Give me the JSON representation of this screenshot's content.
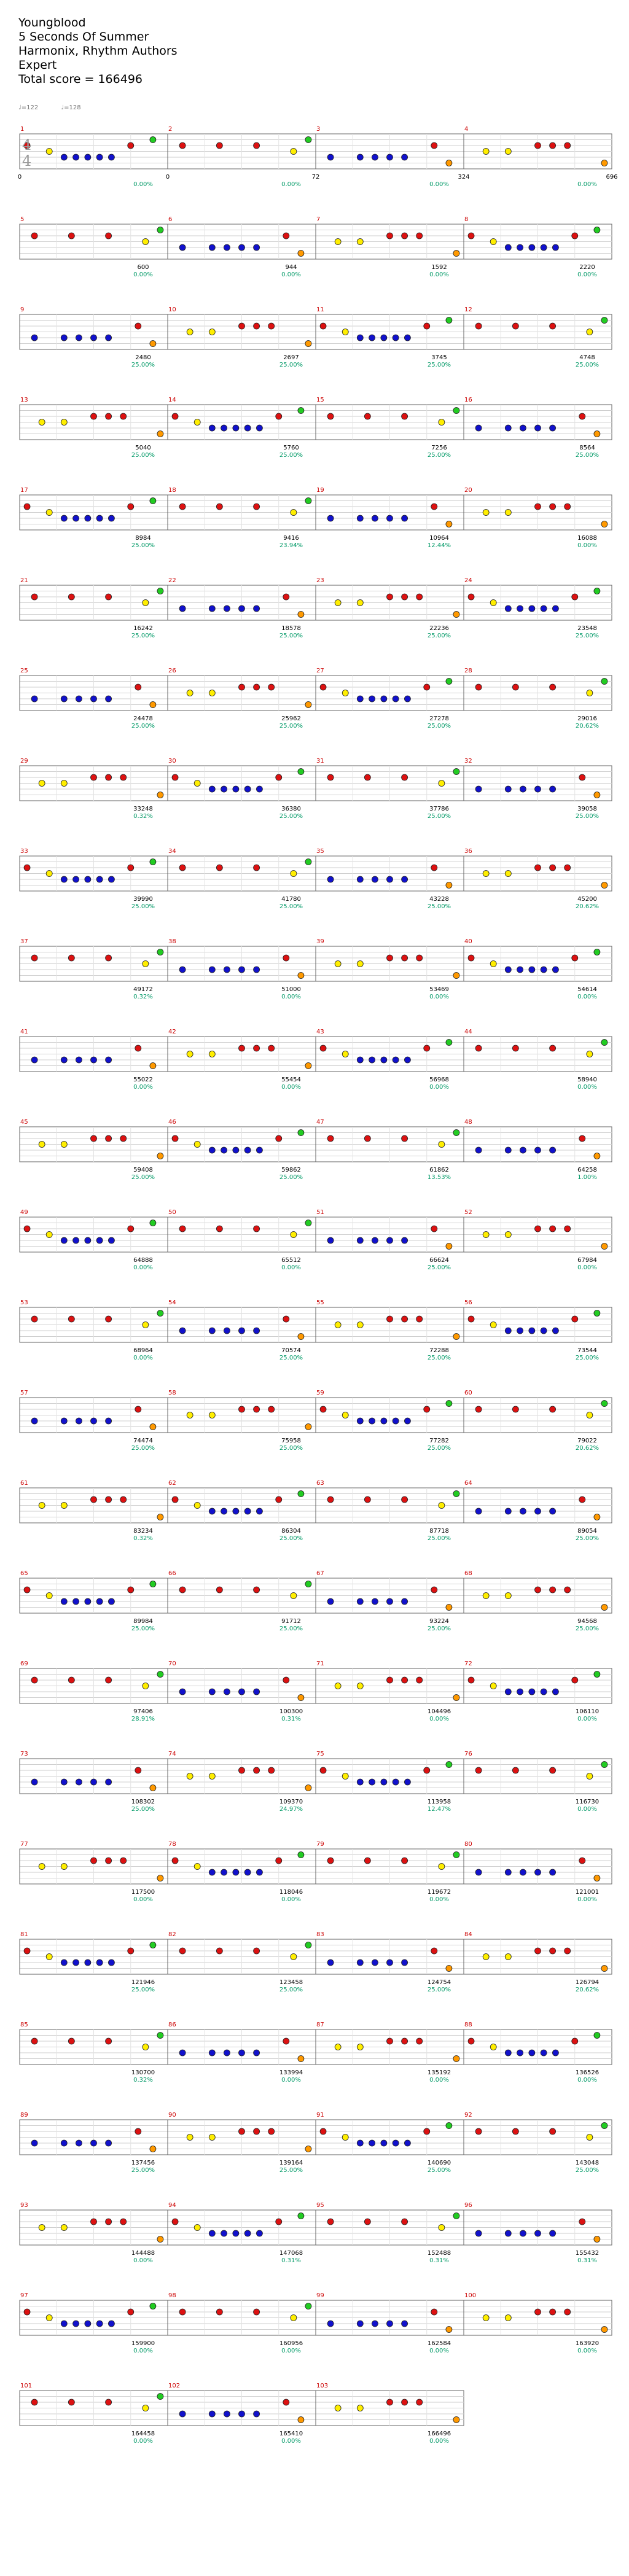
{
  "header": {
    "title": "Youngblood",
    "artist": "5 Seconds Of Summer",
    "authors": "Harmonix, Rhythm Authors",
    "difficulty": "Expert",
    "total_score": "Total score = 166496"
  },
  "legend": {
    "left": "♩=122",
    "right": "♩=128"
  },
  "time_signature": [
    "4",
    "4"
  ],
  "colors": {
    "green": "#22cc22",
    "red": "#dd1111",
    "yellow": "#ffee00",
    "blue": "#1111cc",
    "orange": "#ff9900",
    "measure_num": "#cc0000",
    "score": "#000000",
    "pct": "#009966",
    "sp": "#90ee90",
    "bre": "#8080ff"
  },
  "rows": [
    {
      "m": [
        1,
        2,
        3,
        4
      ],
      "s": [
        "0",
        "0",
        "72",
        "324",
        "696"
      ],
      "p": [
        "0.00%",
        "0.00%",
        "0.00%",
        "0.00%"
      ]
    },
    {
      "m": [
        5,
        6,
        7,
        8
      ],
      "s": [
        "600",
        "944",
        "1592",
        "2220"
      ],
      "p": [
        "0.00%",
        "0.00%",
        "0.00%",
        "0.00%"
      ]
    },
    {
      "m": [
        9,
        10,
        11,
        12
      ],
      "s": [
        "2480",
        "2697",
        "3745",
        "4748"
      ],
      "p": [
        "25.00%",
        "25.00%",
        "25.00%",
        "25.00%"
      ]
    },
    {
      "m": [
        13,
        14,
        15,
        16
      ],
      "s": [
        "5040",
        "5760",
        "7256",
        "8564"
      ],
      "p": [
        "25.00%",
        "25.00%",
        "25.00%",
        "25.00%"
      ]
    },
    {
      "m": [
        17,
        18,
        19,
        20
      ],
      "s": [
        "8984",
        "9416",
        "10964",
        "16088"
      ],
      "p": [
        "25.00%",
        "23.94%",
        "12.44%",
        "0.00%"
      ]
    },
    {
      "m": [
        21,
        22,
        23,
        24
      ],
      "s": [
        "16242",
        "18578",
        "22236",
        "23548"
      ],
      "p": [
        "25.00%",
        "25.00%",
        "25.00%",
        "25.00%"
      ]
    },
    {
      "m": [
        25,
        26,
        27,
        28
      ],
      "s": [
        "24478",
        "25962",
        "27278",
        "29016"
      ],
      "p": [
        "25.00%",
        "25.00%",
        "25.00%",
        "20.62%"
      ]
    },
    {
      "m": [
        29,
        30,
        31,
        32
      ],
      "s": [
        "33248",
        "36380",
        "37786",
        "39058"
      ],
      "p": [
        "0.32%",
        "25.00%",
        "25.00%",
        "25.00%"
      ]
    },
    {
      "m": [
        33,
        34,
        35,
        36
      ],
      "s": [
        "39990",
        "41780",
        "43228",
        "45200"
      ],
      "p": [
        "25.00%",
        "25.00%",
        "25.00%",
        "20.62%"
      ]
    },
    {
      "m": [
        37,
        38,
        39,
        40
      ],
      "s": [
        "49172",
        "51000",
        "53469",
        "54614"
      ],
      "p": [
        "0.32%",
        "0.00%",
        "0.00%",
        "0.00%"
      ]
    },
    {
      "m": [
        41,
        42,
        43,
        44
      ],
      "s": [
        "55022",
        "55454",
        "56968",
        "58940"
      ],
      "p": [
        "0.00%",
        "0.00%",
        "0.00%",
        "0.00%"
      ]
    },
    {
      "m": [
        45,
        46,
        47,
        48
      ],
      "s": [
        "59408",
        "59862",
        "61862",
        "64258"
      ],
      "p": [
        "25.00%",
        "25.00%",
        "13.53%",
        "1.00%"
      ]
    },
    {
      "m": [
        49,
        50,
        51,
        52
      ],
      "s": [
        "64888",
        "65512",
        "66624",
        "67984"
      ],
      "p": [
        "0.00%",
        "0.00%",
        "25.00%",
        "0.00%"
      ]
    },
    {
      "m": [
        53,
        54,
        55,
        56
      ],
      "s": [
        "68964",
        "70574",
        "72288",
        "73544"
      ],
      "p": [
        "0.00%",
        "25.00%",
        "25.00%",
        "25.00%"
      ]
    },
    {
      "m": [
        57,
        58,
        59,
        60
      ],
      "s": [
        "74474",
        "75958",
        "77282",
        "79022"
      ],
      "p": [
        "25.00%",
        "25.00%",
        "25.00%",
        "20.62%"
      ]
    },
    {
      "m": [
        61,
        62,
        63,
        64
      ],
      "s": [
        "83234",
        "86304",
        "87718",
        "89054"
      ],
      "p": [
        "0.32%",
        "25.00%",
        "25.00%",
        "25.00%"
      ]
    },
    {
      "m": [
        65,
        66,
        67,
        68
      ],
      "s": [
        "89984",
        "91712",
        "93224",
        "94568"
      ],
      "p": [
        "25.00%",
        "25.00%",
        "25.00%",
        "25.00%"
      ]
    },
    {
      "m": [
        69,
        70,
        71,
        72
      ],
      "s": [
        "97406",
        "100300",
        "104496",
        "106110"
      ],
      "p": [
        "28.91%",
        "0.31%",
        "0.00%",
        "0.00%"
      ]
    },
    {
      "m": [
        73,
        74,
        75,
        76
      ],
      "s": [
        "108302",
        "109370",
        "113958",
        "116730"
      ],
      "p": [
        "25.00%",
        "24.97%",
        "12.47%",
        "0.00%"
      ]
    },
    {
      "m": [
        77,
        78,
        79,
        80
      ],
      "s": [
        "117500",
        "118046",
        "119672",
        "121001"
      ],
      "p": [
        "0.00%",
        "0.00%",
        "0.00%",
        "0.00%"
      ]
    },
    {
      "m": [
        81,
        82,
        83,
        84
      ],
      "s": [
        "121946",
        "123458",
        "124754",
        "126794"
      ],
      "p": [
        "25.00%",
        "25.00%",
        "25.00%",
        "20.62%"
      ]
    },
    {
      "m": [
        85,
        86,
        87,
        88
      ],
      "s": [
        "130700",
        "133994",
        "135192",
        "136526"
      ],
      "p": [
        "0.32%",
        "0.00%",
        "0.00%",
        "0.00%"
      ]
    },
    {
      "m": [
        89,
        90,
        91,
        92
      ],
      "s": [
        "137456",
        "139164",
        "140690",
        "143048"
      ],
      "p": [
        "25.00%",
        "25.00%",
        "25.00%",
        "25.00%"
      ]
    },
    {
      "m": [
        93,
        94,
        95,
        96
      ],
      "s": [
        "144488",
        "147068",
        "152488",
        "155432"
      ],
      "p": [
        "0.00%",
        "0.31%",
        "0.31%",
        "0.31%"
      ]
    },
    {
      "m": [
        97,
        98,
        99,
        100
      ],
      "s": [
        "159900",
        "160956",
        "162584",
        "163920"
      ],
      "p": [
        "0.00%",
        "0.00%",
        "0.00%",
        "0.00%"
      ]
    },
    {
      "m": [
        101,
        102,
        103
      ],
      "s": [
        "164458",
        "165410",
        "166496"
      ],
      "p": [
        "0.00%",
        "0.00%",
        "0.00%"
      ]
    }
  ]
}
